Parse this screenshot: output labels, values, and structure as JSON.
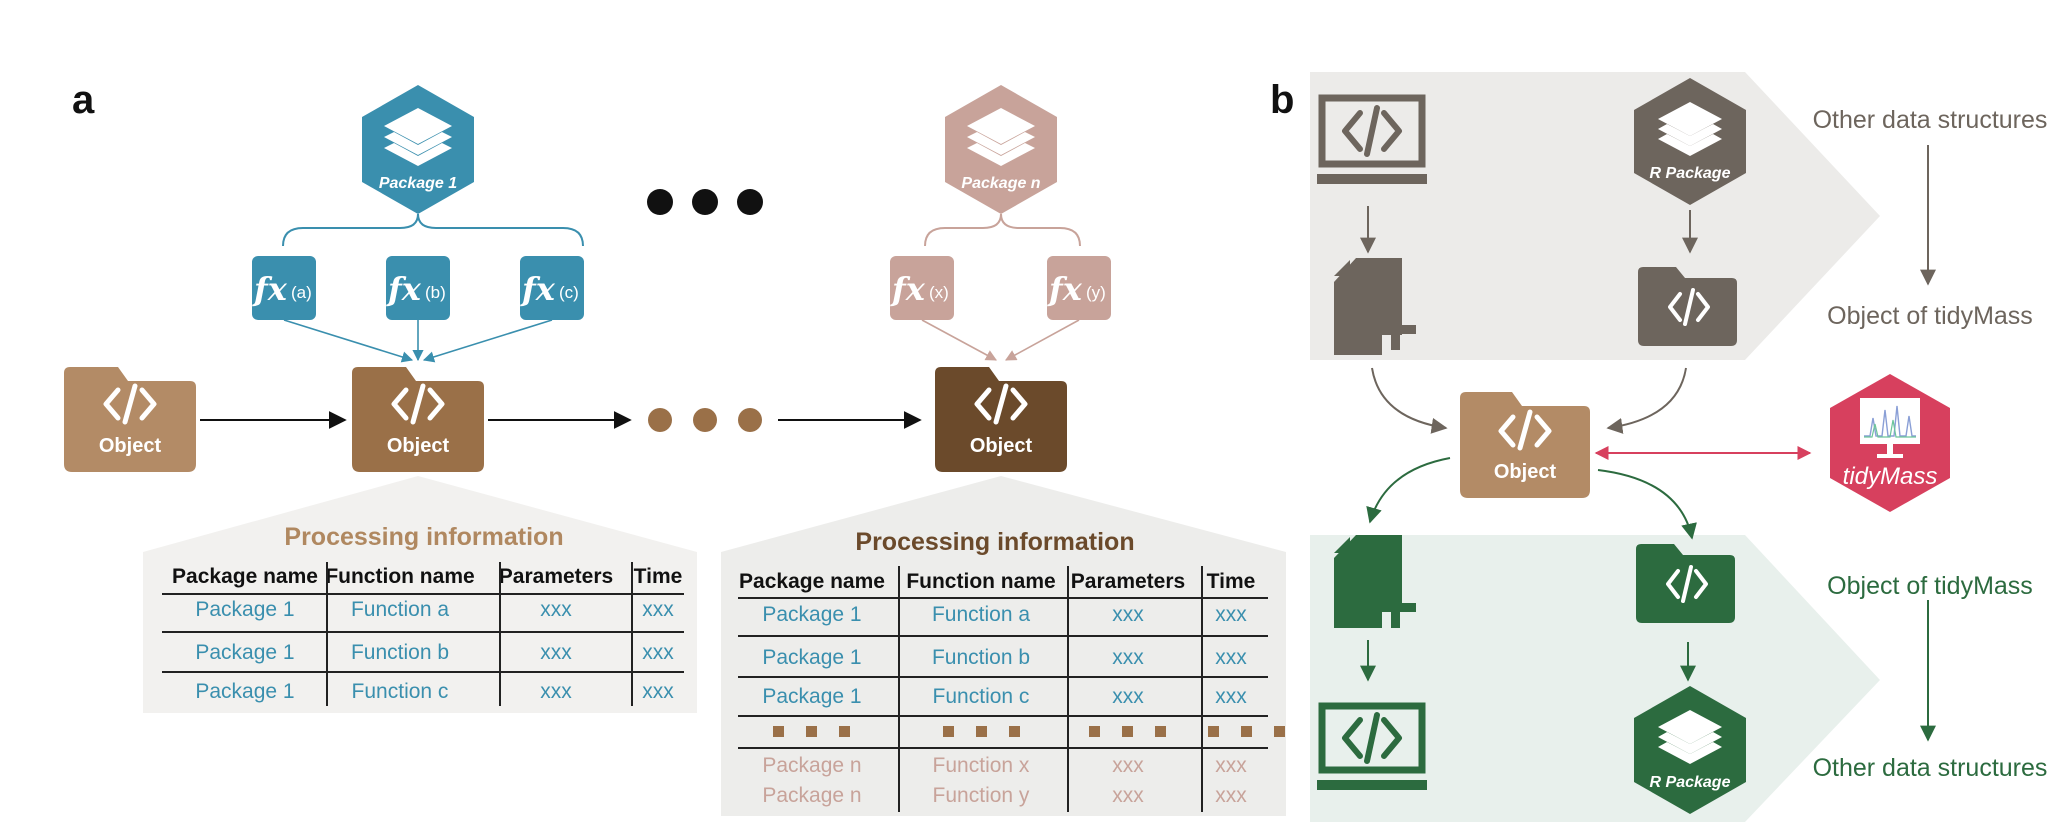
{
  "panel_a": {
    "label": "a",
    "package_1": "Package 1",
    "package_n": "Package n",
    "fx_symbol": "fx",
    "fx_args": [
      "(a)",
      "(b)",
      "(c)",
      "(x)",
      "(y)"
    ],
    "object_label": "Object",
    "processing_title": "Processing information",
    "table_headers": [
      "Package name",
      "Function name",
      "Parameters",
      "Time"
    ],
    "table1_rows": [
      [
        "Package 1",
        "Function a",
        "xxx",
        "xxx"
      ],
      [
        "Package 1",
        "Function b",
        "xxx",
        "xxx"
      ],
      [
        "Package 1",
        "Function c",
        "xxx",
        "xxx"
      ]
    ],
    "table2_rows": [
      [
        "Package 1",
        "Function a",
        "xxx",
        "xxx"
      ],
      [
        "Package 1",
        "Function b",
        "xxx",
        "xxx"
      ],
      [
        "Package 1",
        "Function c",
        "xxx",
        "xxx"
      ]
    ],
    "table2_extra_rows": [
      [
        "Package n",
        "Function x",
        "xxx",
        "xxx"
      ],
      [
        "Package n",
        "Function y",
        "xxx",
        "xxx"
      ]
    ]
  },
  "panel_b": {
    "label": "b",
    "r_package": "R Package",
    "object_label": "Object",
    "tidymass": "tidyMass",
    "top_right_1": "Other data structures",
    "top_right_2": "Object of tidyMass",
    "bottom_right_1": "Object of tidyMass",
    "bottom_right_2": "Other data structures"
  },
  "colors": {
    "teal": "#3a8fae",
    "pink": "#c8a39a",
    "tan": "#b38b66",
    "brown": "#9a7048",
    "dark_brown": "#6b4a2b",
    "gray": "#6d655d",
    "green": "#2c6b3f",
    "tidymass_red": "#d7405e"
  }
}
